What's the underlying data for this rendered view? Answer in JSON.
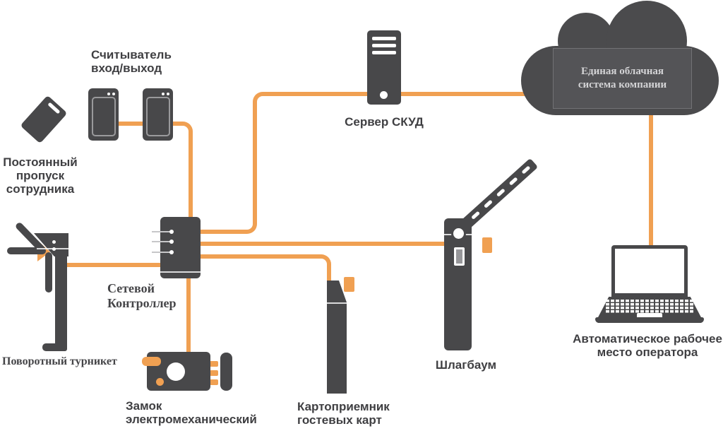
{
  "colors": {
    "accent": "#F0A052",
    "device": "#48484A",
    "cloud": "#4B4B4D",
    "cloud_panel": "#545457",
    "cloud_panel_border": "#727275",
    "cloud_text": "#D4D4D6",
    "label": "#3F3F42",
    "background": "#FFFFFF"
  },
  "nodes": {
    "employee_pass": {
      "label_lines": [
        "Постоянный",
        "пропуск",
        "сотрудника"
      ]
    },
    "readers": {
      "label_lines": [
        "Считыватель",
        "вход/выход"
      ]
    },
    "server": {
      "label": "Сервер СКУД"
    },
    "cloud": {
      "label_lines": [
        "Единая облачная",
        "система компании"
      ]
    },
    "controller": {
      "label_lines": [
        "Сетевой",
        "Контроллер"
      ]
    },
    "turnstile": {
      "label": "Поворотный турникет"
    },
    "lock": {
      "label_lines": [
        "Замок",
        "электромеханический"
      ]
    },
    "guest_card_collector": {
      "label_lines": [
        "Картоприемник",
        "гостевых карт"
      ]
    },
    "barrier": {
      "label": "Шлагбаум"
    },
    "workstation": {
      "label_lines": [
        "Автоматическое рабочее",
        "место оператора"
      ]
    }
  }
}
